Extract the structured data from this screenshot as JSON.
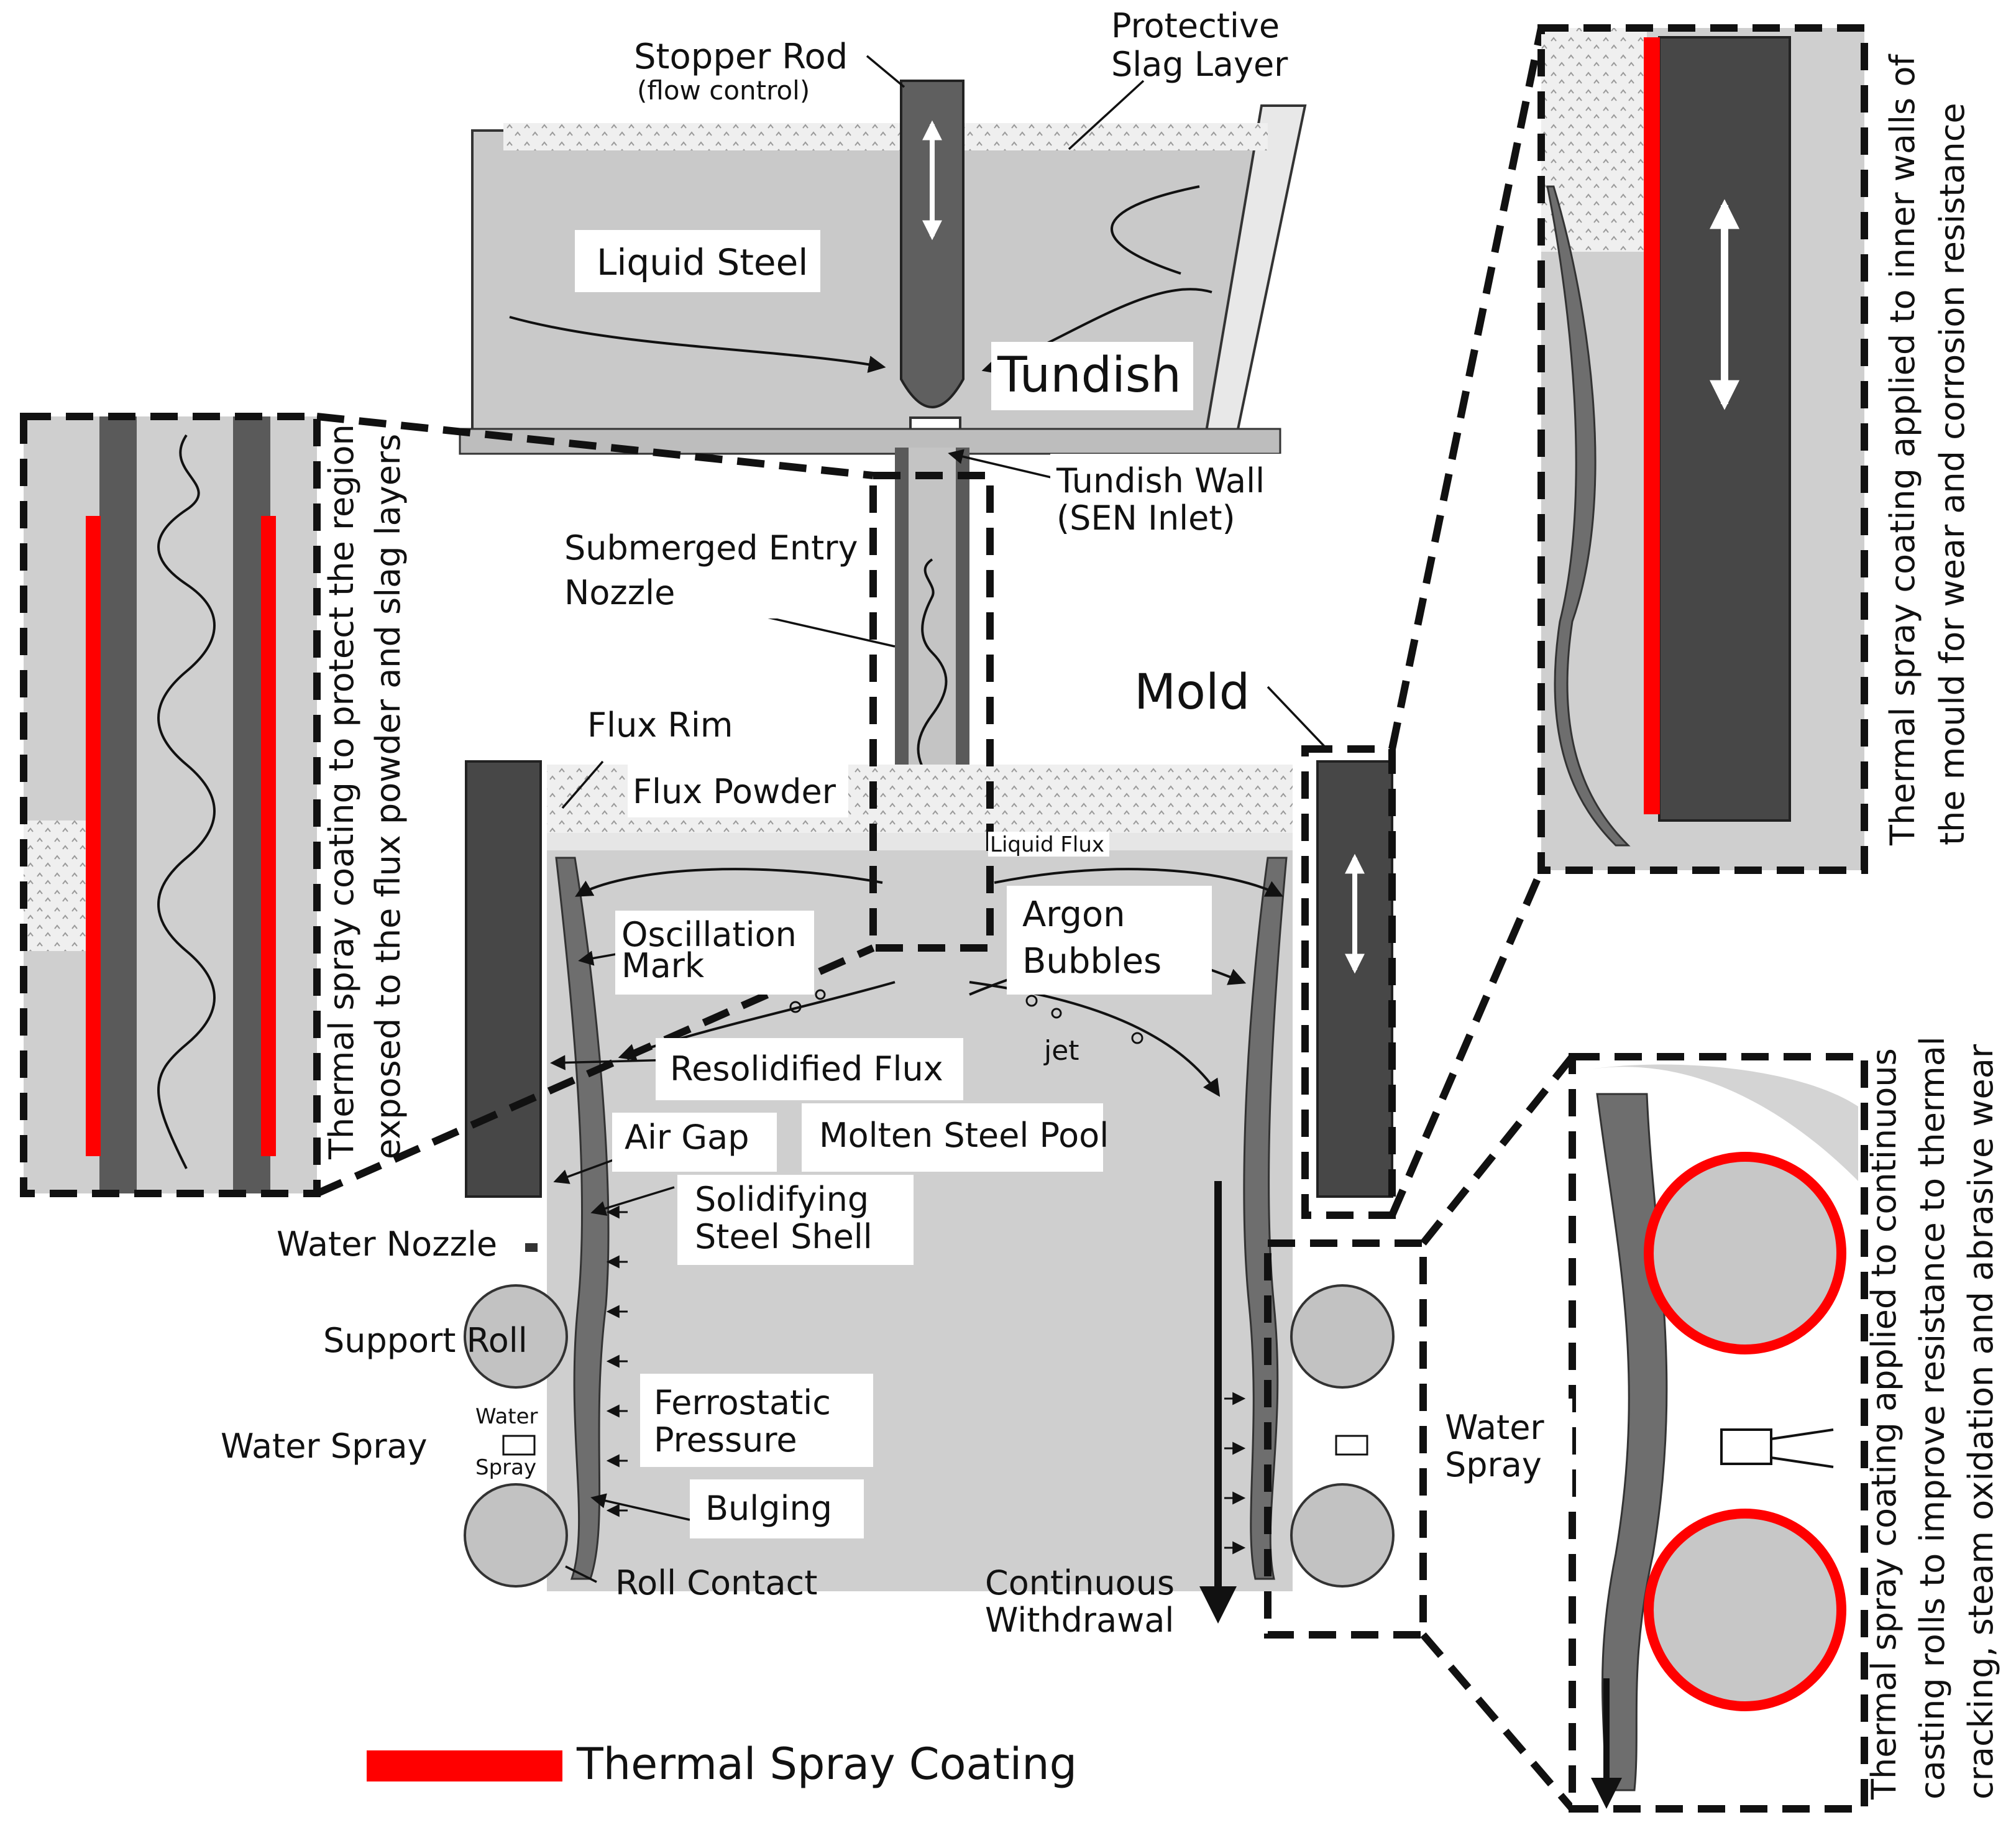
{
  "labels": {
    "stopper_rod": "Stopper Rod",
    "flow_control": "(flow control)",
    "protective_slag_line1": "Protective",
    "protective_slag_line2": "Slag Layer",
    "liquid_steel": "Liquid Steel",
    "tundish": "Tundish",
    "tundish_wall_line1": "Tundish Wall",
    "tundish_wall_line2": "(SEN Inlet)",
    "sen_line1": "Submerged Entry",
    "sen_line2": "Nozzle",
    "mold": "Mold",
    "flux_rim": "Flux Rim",
    "flux_powder": "Flux Powder",
    "liquid_flux": "Liquid Flux",
    "oscillation_line1": "Oscillation",
    "oscillation_line2": "Mark",
    "argon_line1": "Argon",
    "argon_line2": "Bubbles",
    "jet": "jet",
    "resolidified_flux": "Resolidified Flux",
    "air_gap": "Air Gap",
    "molten_steel_pool": "Molten Steel Pool",
    "shell_line1": "Solidifying",
    "shell_line2": "Steel Shell",
    "water_nozzle": "Water Nozzle",
    "support_roll": "Support Roll",
    "water_small_line1": "Water",
    "water_small_line2": "Spray",
    "water_spray": "Water Spray",
    "ferrostatic_line1": "Ferrostatic",
    "ferrostatic_line2": "Pressure",
    "bulging": "Bulging",
    "roll_contact": "Roll Contact",
    "withdrawal_line1": "Continuous",
    "withdrawal_line2": "Withdrawal",
    "water_spray_right_line1": "Water",
    "water_spray_right_line2": "Spray"
  },
  "callouts": {
    "nozzle_line1": "Thermal spray coating to protect the region",
    "nozzle_line2": "exposed to the flux powder and slag layers",
    "mould_line1": "Thermal spray coating applied to inner walls of",
    "mould_line2": "the mould for wear and corrosion resistance",
    "rolls_line1": "Thermal spray coating applied to continuous",
    "rolls_line2": "casting rolls to improve resistance to thermal",
    "rolls_line3": "cracking, steam oxidation and abrasive wear"
  },
  "legend": {
    "label": "Thermal Spray Coating",
    "color": "#ff0000"
  },
  "colors": {
    "coating": "#ff0000",
    "steel_light": "#cccccc",
    "steel_mid": "#b4b4b4",
    "dark_part": "#4a4a4a",
    "shell": "#6e6e6e"
  }
}
